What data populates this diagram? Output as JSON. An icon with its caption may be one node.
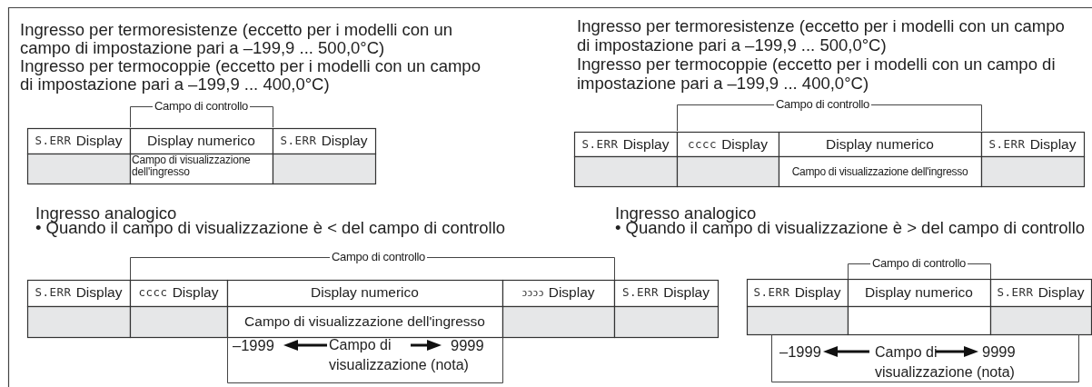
{
  "diagram": {
    "labels": [
      "Ingresso per termoresistenze (eccetto per i modelli con un campo di impostazione pari a –199,9 ... 500,0°C)",
      "Ingresso per termocoppie (eccetto per i modelli con un campo di impostazione pari a –199,9 ... 400,0°C)",
      "Campo di controllo",
      "*S.ERR* Display",
      "Display numerico",
      "*S.ERR* Display",
      "Campo di visualizzazione dell'ingresso",
      "Ingresso per termoresistenze (eccetto per i modelli con un campo di impostazione pari a –199,9 ... 500,0°C)",
      "Ingresso per termocoppie (eccetto per i modelli con un campo di impostazione pari a –199,9 ... 400,0°C)",
      "Campo di controllo",
      "*S.ERR* Display",
      "*cccc* Display",
      "Display numerico",
      "*S.ERR* Display",
      "Campo di visualizzazione dell'ingresso",
      "Ingresso analogico",
      "• Quando il campo di visualizzazione è < del campo di controllo",
      "Campo di controllo",
      "*S.ERR* Display",
      "*cccc* Display",
      "Display numerico",
      "*ↄↄↄↄ* Display",
      "*S.ERR* Display",
      "Campo di visualizzazione dell'ingresso",
      "–1999",
      "Campo di visualizzazione (nota)",
      "9999",
      "Ingresso analogico",
      "• Quando il campo di visualizzazione è > del campo di controllo",
      "Campo di controllo",
      "*S.ERR* Display",
      "Display numerico",
      "*S.ERR* Display",
      "–1999",
      "Campo di visualizzazione (nota)",
      "9999"
    ]
  }
}
